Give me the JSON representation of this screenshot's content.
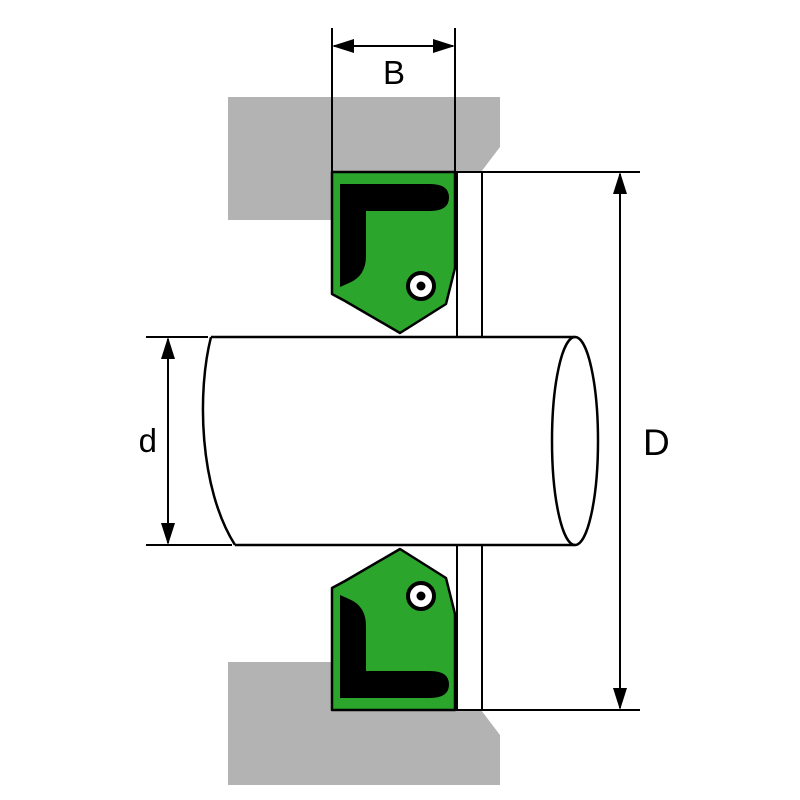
{
  "dimensions": {
    "width_label": "B",
    "shaft_diameter_label": "d",
    "bore_diameter_label": "D"
  },
  "colors": {
    "housing": "#b3b3b3",
    "seal": "#2ba52b",
    "seal_case": "#000000",
    "line": "#000000",
    "background": "#ffffff"
  }
}
